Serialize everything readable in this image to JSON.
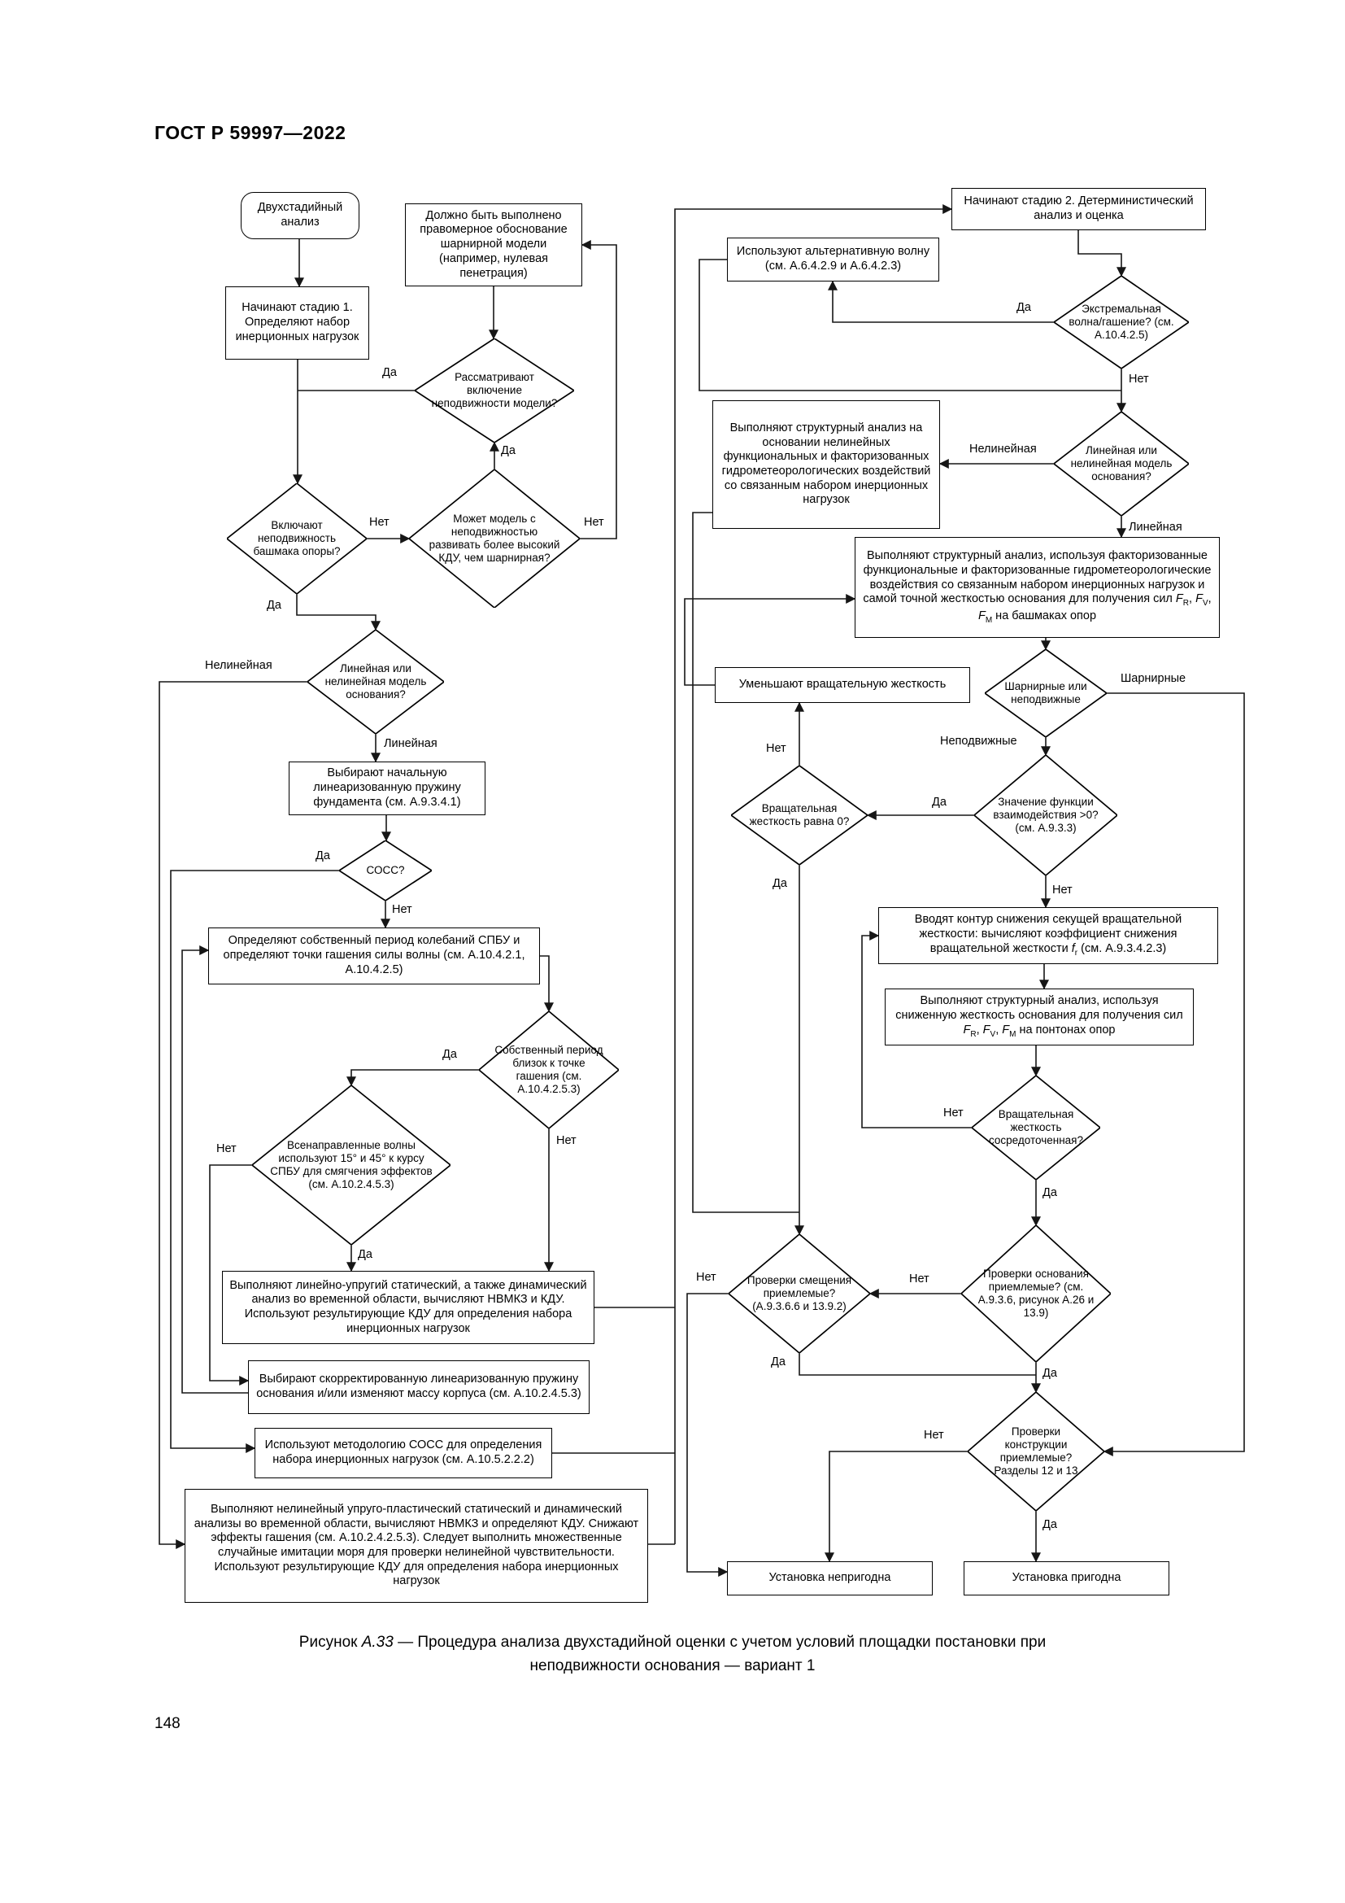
{
  "page": {
    "header": "ГОСТ Р 59997—2022",
    "caption_line1": "Рисунок <i>А.33</i> — Процедура анализа двухстадийной оценки с учетом условий площадки постановки при",
    "caption_line2": "неподвижности основания — вариант 1",
    "page_number": "148"
  },
  "labels": {
    "yes": "Да",
    "no": "Нет",
    "linear": "Линейная",
    "nonlinear": "Нелинейная",
    "pinned": "Шарнирные",
    "fixed": "Неподвижные"
  },
  "nodes": {
    "start": "Двухстадийный анализ",
    "justify_pinned": "Должно быть выполнено правомерное обоснование шарнирной модели (например, нулевая пенетрация)",
    "stage1": "Начинают стадию 1. Определяют набор инерционных нагрузок",
    "consider_fixity": "Рассматривают включение неподвижности модели?",
    "higher_daf": "Может модель с неподвижностью развивать более высокий КДУ, чем шарнирная?",
    "include_fixity": "Включают неподвижность башмака опоры?",
    "lin_nonlin_1": "Линейная или нелинейная модель основания?",
    "initial_spring": "Выбирают начальную линеаризованную пружину фундамента (см. А.9.3.4.1)",
    "socc": "СОСС?",
    "natural_period": "Определяют собственный период колебаний СПБУ и определяют точки гашения силы волны (см. А.10.4.2.1, А.10.4.2.5)",
    "period_close": "Собственный период близок к точке гашения (см. А.10.4.2.5.3)",
    "omni_waves": "Всенаправленные волны используют 15° и 45° к курсу СПБУ для смягчения эффектов (см. А.10.2.4.5.3)",
    "linear_elastic": "Выполняют линейно-упругий статический, а также динамический анализ во временной области, вычисляют НВМКЗ и КДУ. Используют результирующие КДУ для определения набора инерционных нагрузок",
    "corrected_spring": "Выбирают скорректированную линеаризованную пружину основания и/или изменяют массу корпуса (см. А.10.2.4.5.3)",
    "socc_method": "Используют методологию СОСС для определения набора инерционных нагрузок (см. А.10.5.2.2.2)",
    "nonlinear_analysis": "Выполняют нелинейный упруго-пластический статический и динамический анализы во временной области, вычисляют НВМКЗ и определяют КДУ. Снижают эффекты гашения (см. А.10.2.4.2.5.3). Следует выполнить множественные случайные имитации моря для проверки нелинейной чувствительности. Используют результирующие КДУ для определения набора инерционных нагрузок",
    "stage2": "Начинают стадию 2. Детерминистический анализ и оценка",
    "alt_wave": "Используют альтернативную волну (см. А.6.4.2.9 и А.6.4.2.3)",
    "extreme_wave": "Экстремальная волна/гашение? (см. А.10.4.2.5)",
    "lin_nonlin_2": "Линейная или нелинейная модель основания?",
    "nonlin_structural": "Выполняют структурный анализ на основании нелинейных функциональных и факторизованных гидрометеорологических воздействий со связанным набором инерционных нагрузок",
    "lin_structural": "Выполняют структурный анализ, используя факторизованные функциональные и факторизованные гидрометеорологические воздействия со связанным набором инерционных нагрузок и самой точной жесткостью основания для получения сил <i>F</i><sub>R</sub>, <i>F</i><sub>V</sub>, <i>F</i><sub>M</sub> на башмаках опор",
    "reduce_stiffness": "Уменьшают вращательную жесткость",
    "pinned_or_fixed": "Шарнирные или неподвижные",
    "interaction_fn": "Значение функции взаимодействия >0? (см. А.9.3.3)",
    "rot_zero": "Вращательная жесткость равна 0?",
    "secant_loop": "Вводят контур снижения секущей вращательной жесткости: вычисляют коэффициент снижения вращательной жесткости <i>f</i><sub>r</sub> (см. А.9.3.4.2.3)",
    "reduced_structural": "Выполняют структурный анализ, используя сниженную жесткость основания для получения сил <i>F</i><sub>R</sub>, <i>F</i><sub>V</sub>, <i>F</i><sub>M</sub> на понтонах опор",
    "rot_concentrated": "Вращательная жесткость сосредоточенная?",
    "foundation_checks": "Проверки основания приемлемые? (см. А.9.3.6, рисунок А.26 и 13.9)",
    "displacement_checks": "Проверки смещения приемлемые? (А.9.3.6.6 и 13.9.2)",
    "structure_checks": "Проверки конструкции приемлемые? Разделы 12 и 13",
    "unit_unfit": "Установка непригодна",
    "unit_fit": "Установка пригодна"
  }
}
